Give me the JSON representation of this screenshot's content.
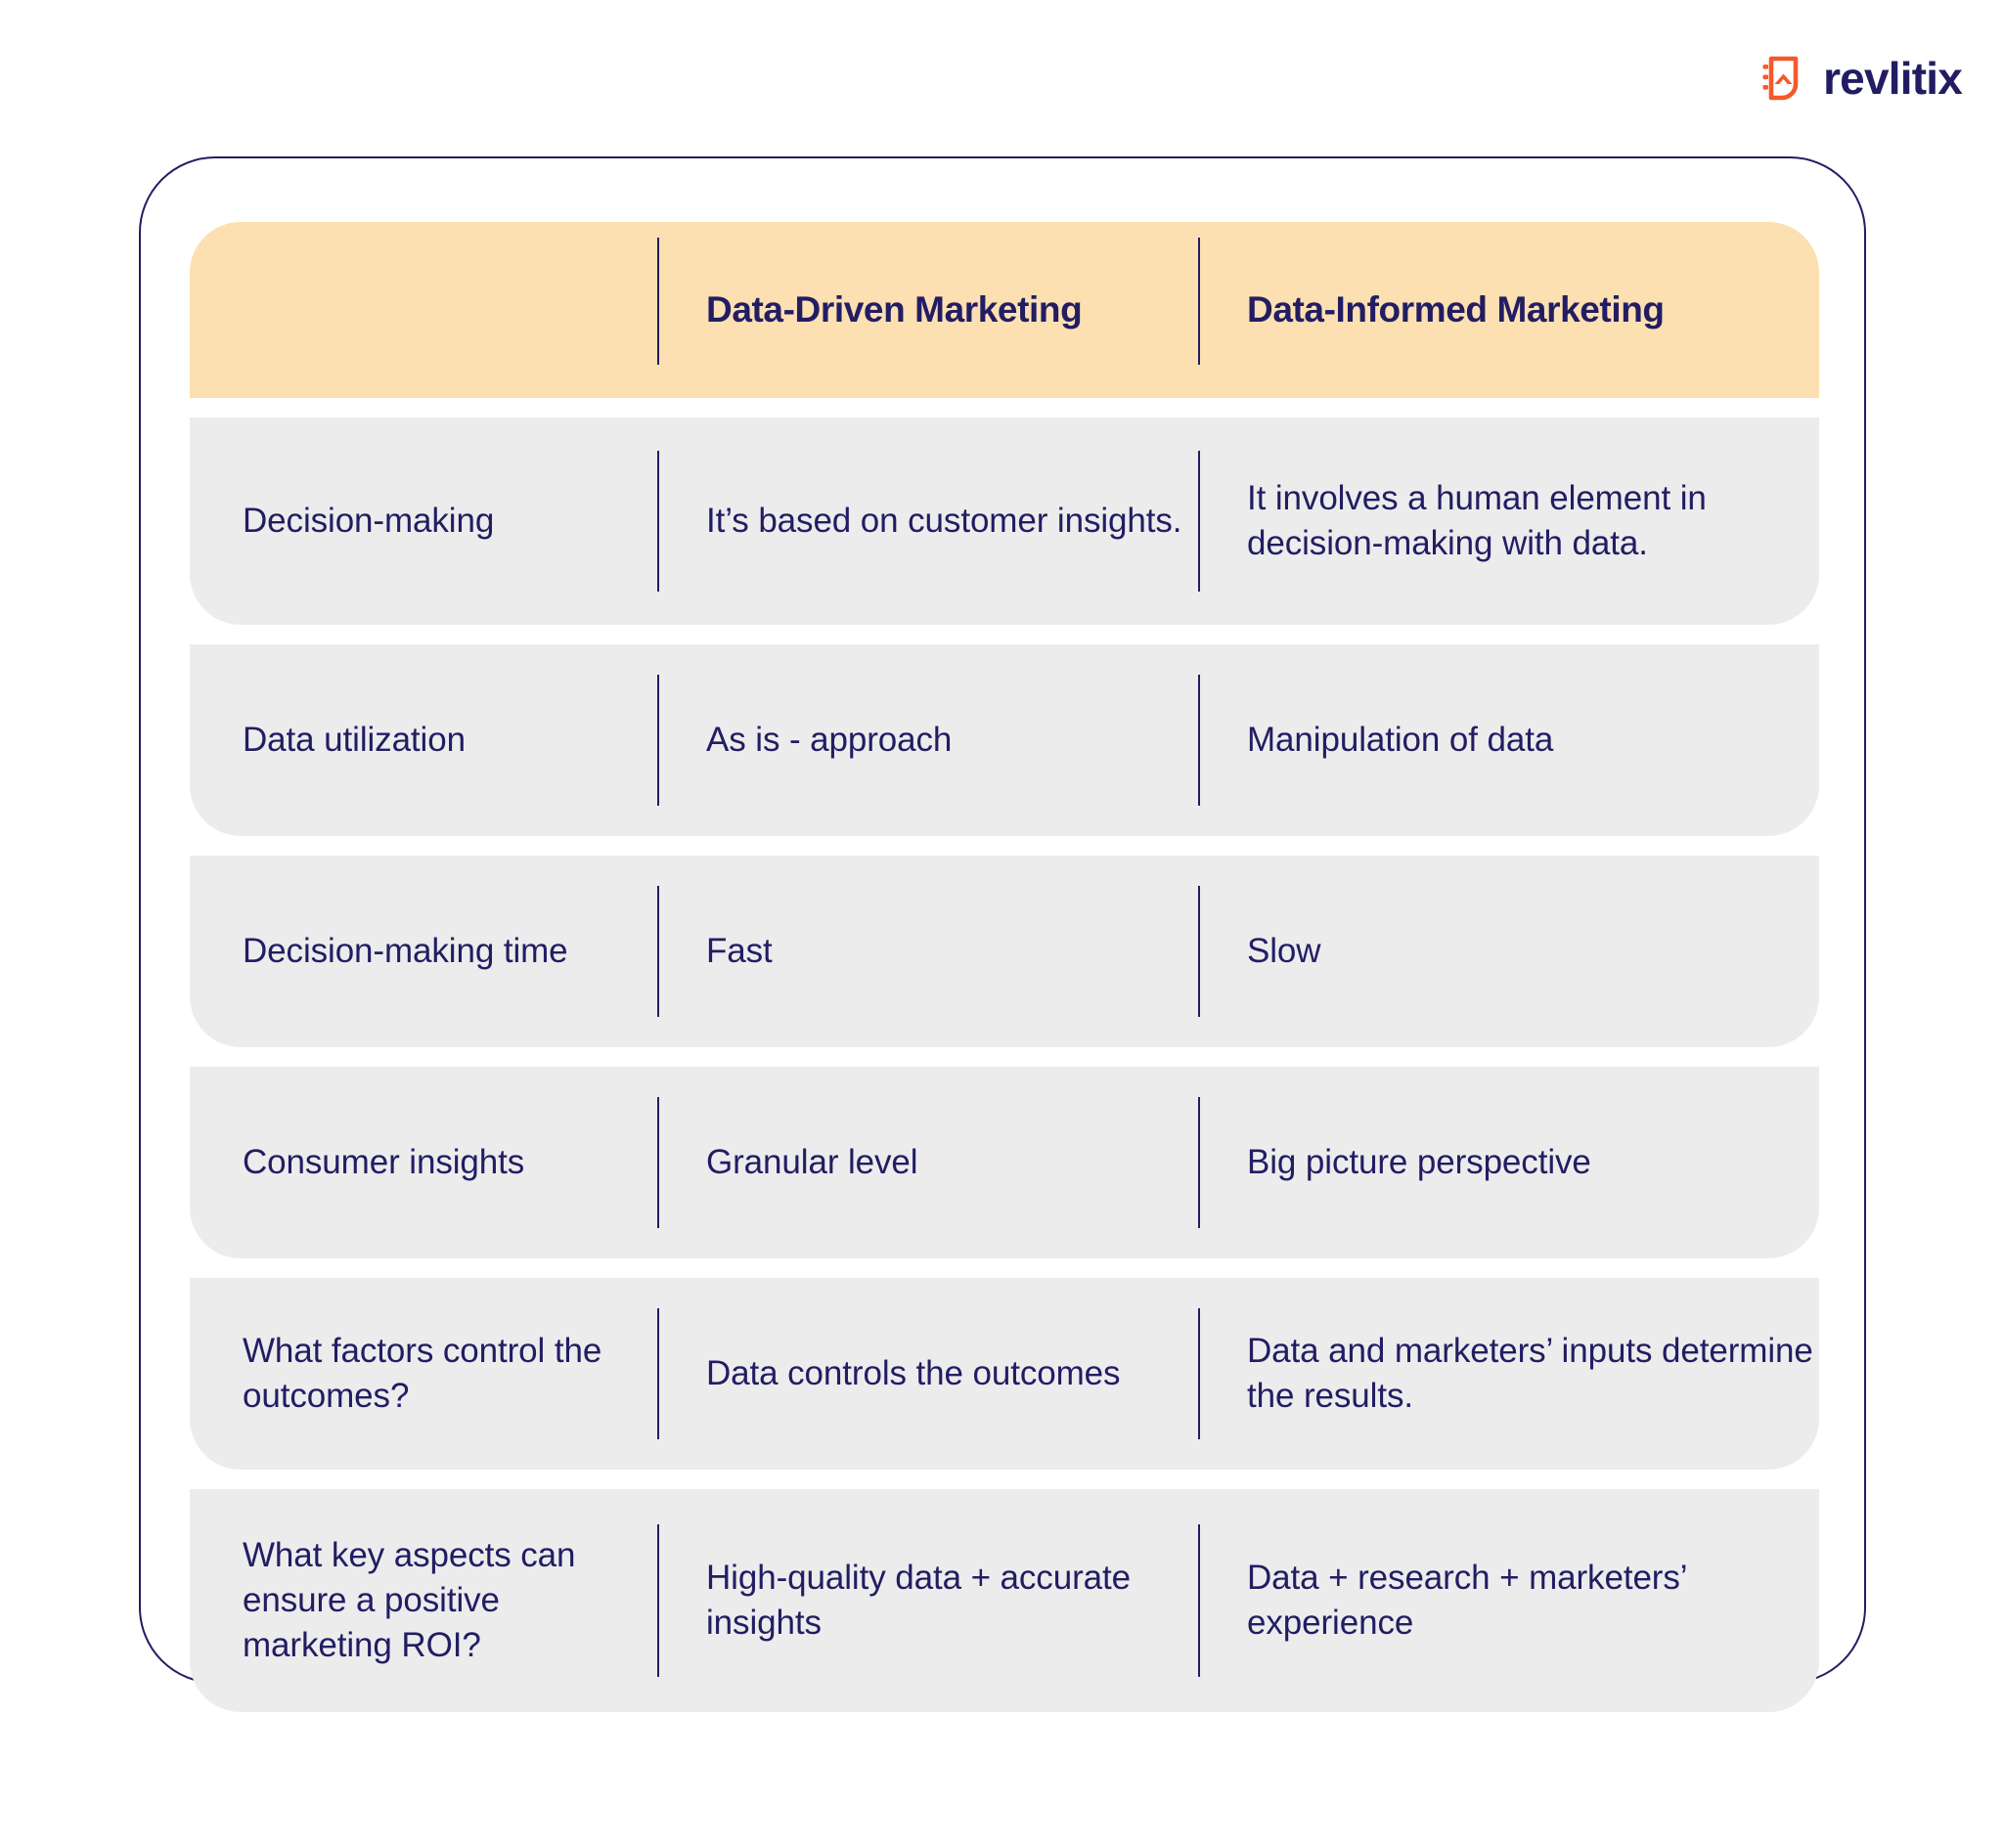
{
  "brand": {
    "name": "revlitix",
    "mark_icon": "revlitix-shield-chevron-icon",
    "mark_color": "#f4592c",
    "name_color": "#221d63"
  },
  "theme": {
    "header_bg": "#fce0b1",
    "row_bg": "#ececec",
    "text_navy": "#221d63",
    "card_border": "#221d63",
    "page_bg": "#ffffff"
  },
  "table": {
    "columns": [
      {
        "key": "criterion",
        "header": ""
      },
      {
        "key": "data_driven",
        "header": "Data-Driven Marketing"
      },
      {
        "key": "data_informed",
        "header": "Data-Informed Marketing"
      }
    ],
    "rows": [
      {
        "criterion": "Decision-making",
        "data_driven": "It’s based on customer insights.",
        "data_informed": "It involves a human element in decision-making with data."
      },
      {
        "criterion": "Data utilization",
        "data_driven": "As is - approach",
        "data_informed": "Manipulation of data"
      },
      {
        "criterion": "Decision-making time",
        "data_driven": "Fast",
        "data_informed": "Slow"
      },
      {
        "criterion": "Consumer insights",
        "data_driven": "Granular level",
        "data_informed": "Big picture perspective"
      },
      {
        "criterion": "What factors control the outcomes?",
        "data_driven": "Data controls the outcomes",
        "data_informed": "Data and marketers’ inputs determine the results."
      },
      {
        "criterion": "What key aspects can ensure a positive marketing ROI?",
        "data_driven": "High-quality data + accurate insights",
        "data_informed": "Data + research + marketers’ experience"
      }
    ]
  }
}
